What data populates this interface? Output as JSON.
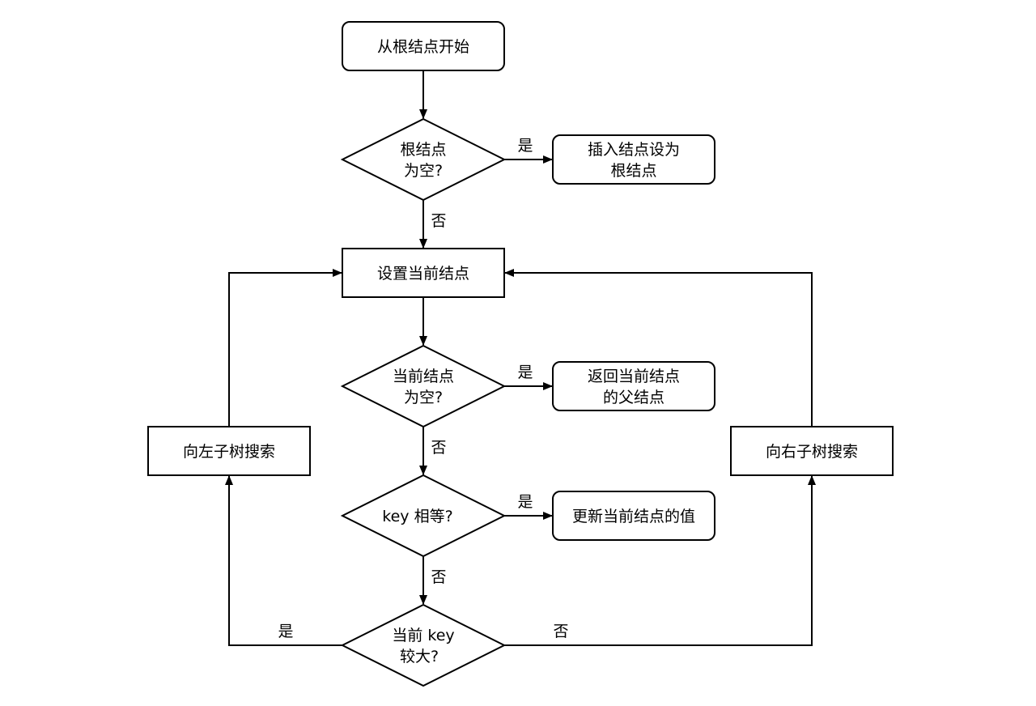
{
  "nodes": {
    "start": {
      "lines": [
        "从根结点开始"
      ]
    },
    "root_empty": {
      "lines": [
        "根结点",
        "为空?"
      ]
    },
    "insert_root": {
      "lines": [
        "插入结点设为",
        "根结点"
      ]
    },
    "set_current": {
      "lines": [
        "设置当前结点"
      ]
    },
    "current_empty": {
      "lines": [
        "当前结点",
        "为空?"
      ]
    },
    "return_parent": {
      "lines": [
        "返回当前结点",
        "的父结点"
      ]
    },
    "key_equal": {
      "lines": [
        "key 相等?"
      ]
    },
    "update_value": {
      "lines": [
        "更新当前结点的值"
      ]
    },
    "key_bigger": {
      "lines": [
        "当前 key",
        "较大?"
      ]
    },
    "search_left": {
      "lines": [
        "向左子树搜索"
      ]
    },
    "search_right": {
      "lines": [
        "向右子树搜索"
      ]
    }
  },
  "edge_labels": {
    "root_empty_yes": "是",
    "root_empty_no": "否",
    "current_empty_yes": "是",
    "current_empty_no": "否",
    "key_equal_yes": "是",
    "key_equal_no": "否",
    "key_bigger_yes": "是",
    "key_bigger_no": "否"
  }
}
